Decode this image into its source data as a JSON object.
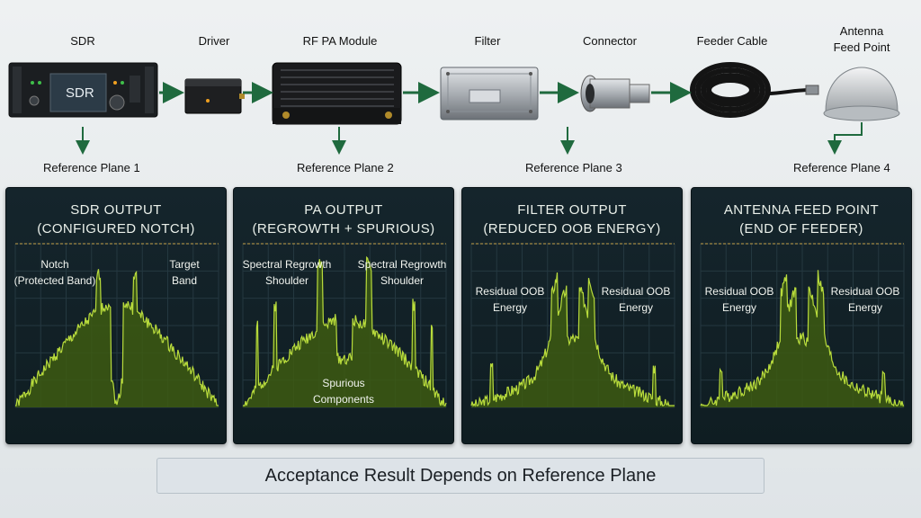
{
  "chain": {
    "devices": [
      {
        "label": "SDR",
        "screen_text": "SDR",
        "icon": "sdr-rack-unit-icon"
      },
      {
        "label": "Driver",
        "icon": "driver-amplifier-box-icon"
      },
      {
        "label": "RF PA Module",
        "icon": "pa-module-heatsink-icon"
      },
      {
        "label": "Filter",
        "icon": "filter-enclosure-icon"
      },
      {
        "label": "Connector",
        "icon": "coax-connector-icon"
      },
      {
        "label": "Feeder Cable",
        "icon": "coiled-feeder-cable-icon"
      },
      {
        "label_line1": "Antenna",
        "label_line2": "Feed Point",
        "icon": "antenna-dome-icon"
      }
    ],
    "reference_planes": [
      "Reference Plane 1",
      "Reference Plane 2",
      "Reference Plane 3",
      "Reference Plane 4"
    ],
    "arrow_color": "#1f6a3e"
  },
  "panels": [
    {
      "title_line1": "SDR OUTPUT",
      "title_line2": "(CONFIGURED NOTCH)",
      "annotations": [
        {
          "lines": [
            "Notch",
            "(Protected Band)"
          ]
        },
        {
          "lines": [
            "Target",
            "Band"
          ]
        }
      ]
    },
    {
      "title_line1": "PA OUTPUT",
      "title_line2": "(REGROWTH + SPURIOUS)",
      "annotations": [
        {
          "lines": [
            "Spectral Regrowth",
            "Shoulder"
          ]
        },
        {
          "lines": [
            "Spectral Regrowth",
            "Shoulder"
          ]
        },
        {
          "lines": [
            "Spurious",
            "Components"
          ]
        }
      ]
    },
    {
      "title_line1": "FILTER OUTPUT",
      "title_line2": "(REDUCED OOB ENERGY)",
      "annotations": [
        {
          "lines": [
            "Residual OOB",
            "Energy"
          ]
        },
        {
          "lines": [
            "Residual OOB",
            "Energy"
          ]
        }
      ]
    },
    {
      "title_line1": "ANTENNA FEED POINT",
      "title_line2": "(END OF FEEDER)",
      "annotations": [
        {
          "lines": [
            "Residual OOB",
            "Energy"
          ]
        },
        {
          "lines": [
            "Residual OOB",
            "Energy"
          ]
        }
      ]
    }
  ],
  "spectrum_color": "#b9dc3c",
  "banner": "Acceptance Result Depends on Reference Plane"
}
